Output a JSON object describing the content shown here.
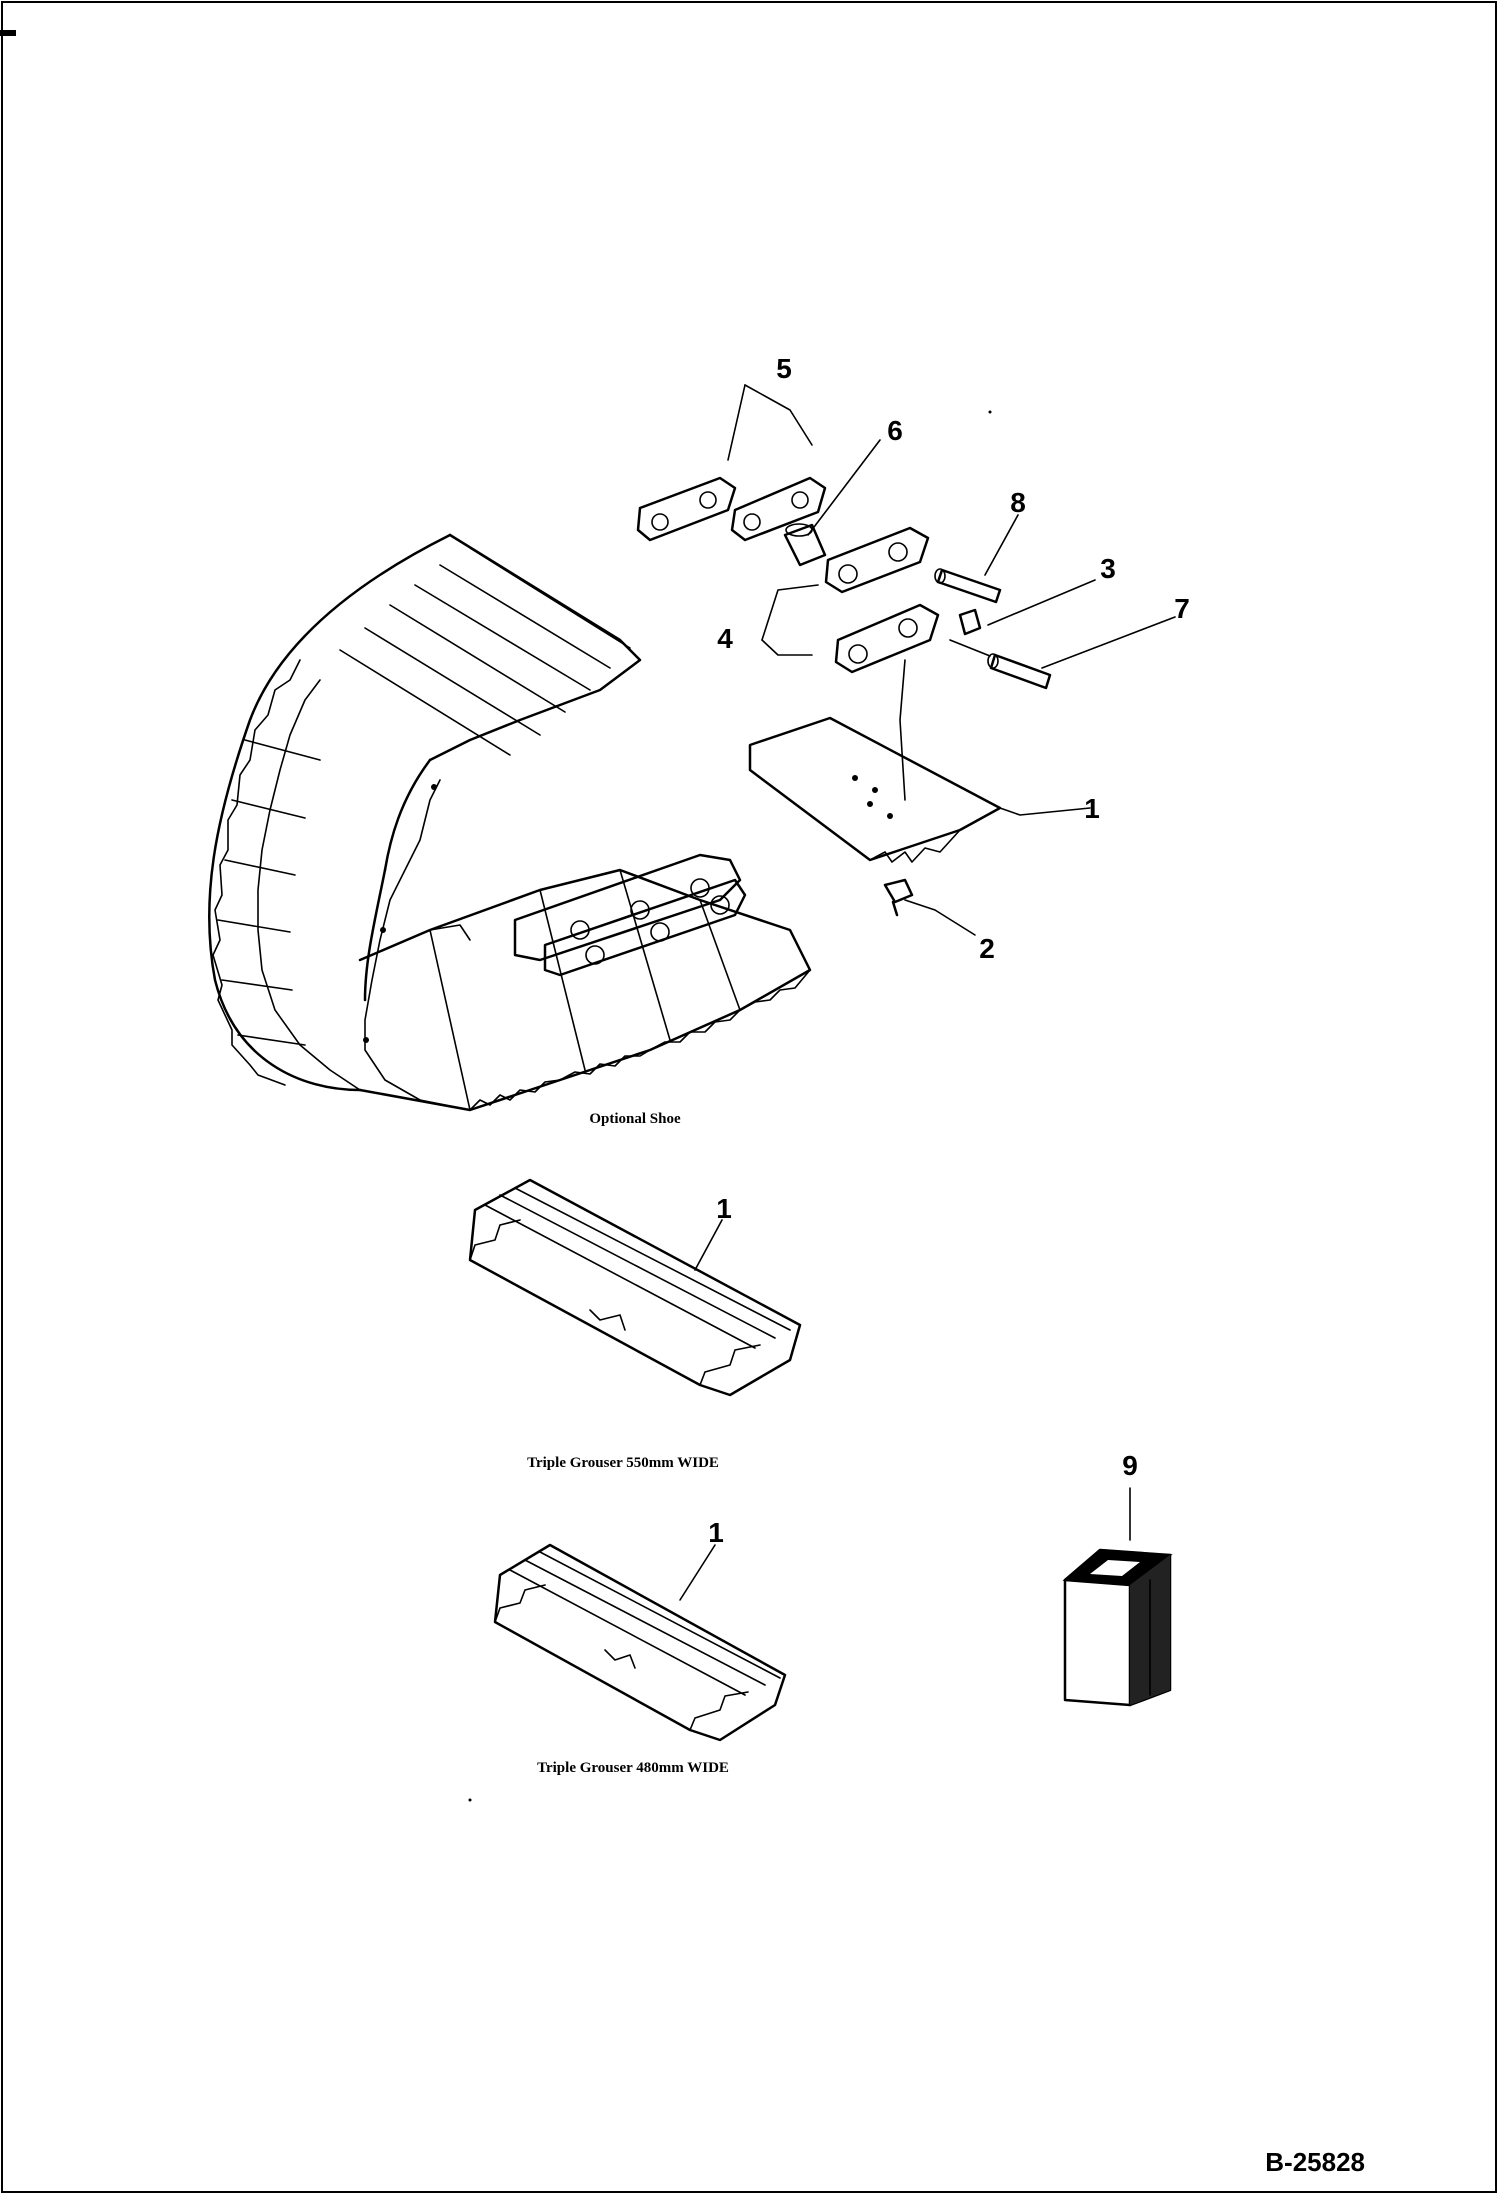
{
  "callouts": {
    "c1_top": "1",
    "c2": "2",
    "c3": "3",
    "c4": "4",
    "c5": "5",
    "c6": "6",
    "c7": "7",
    "c8": "8",
    "c9": "9",
    "c1_mid": "1",
    "c1_bottom": "1"
  },
  "captions": {
    "optional_shoe": "Optional Shoe",
    "triple_550": "Triple Grouser 550mm WIDE",
    "triple_480": "Triple Grouser 480mm WIDE"
  },
  "document_number": "B-25828"
}
